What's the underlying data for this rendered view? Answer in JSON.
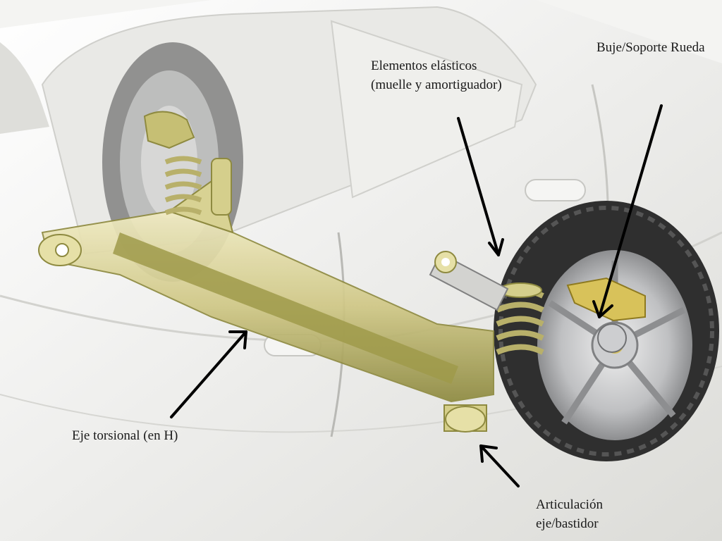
{
  "labels": {
    "hub": "Buje/Soporte Rueda",
    "elastic_line1": "Elementos elásticos",
    "elastic_line2": "(muelle y amortiguador)",
    "torsion": "Eje torsional (en H)",
    "pivot_line1": "Articulación",
    "pivot_line2": "eje/bastidor"
  },
  "colors": {
    "background": "#f4f4f2",
    "body_panel": "#e3e3e0",
    "axle": "#cfc785",
    "axle_dark": "#8e8a40",
    "tire": "#2f2f2f",
    "rim": "#bfc0c2",
    "arrow": "#000000",
    "text": "#1a1a1a"
  },
  "components": [
    "car-body-silhouette",
    "rear-wheel-left",
    "rear-wheel-right",
    "torsion-beam",
    "coil-spring-left",
    "coil-spring-right",
    "shock-absorber-right",
    "brake-caliper-right",
    "wheel-hub-right",
    "pivot-bushing-left",
    "pivot-bushing-right"
  ]
}
